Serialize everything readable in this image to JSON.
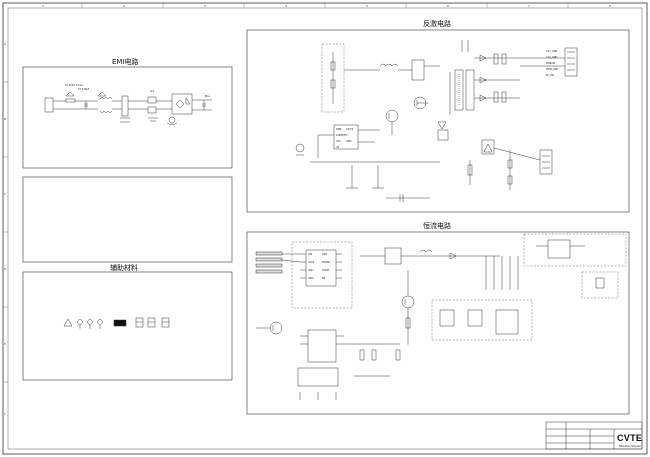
{
  "sheet": {
    "col_markers": [
      "1",
      "2",
      "3",
      "4",
      "5",
      "6",
      "7",
      "8"
    ],
    "row_markers": [
      "A",
      "B",
      "C",
      "D",
      "E",
      "F"
    ]
  },
  "sections": {
    "emi": {
      "title": "EMI电路"
    },
    "flyback": {
      "title": "反激电路"
    },
    "constant_current": {
      "title": "恒流电路"
    },
    "aux": {
      "title": "辅助材料"
    }
  },
  "flyback_ic_labels": [
    "DRN",
    "CS/TZ",
    "COMP/FLT",
    "VCC",
    "GND",
    "CS"
  ],
  "cc_ic_labels": [
    "VIN",
    "CSN",
    "GATE",
    "SENSE",
    "VDD",
    "COMP",
    "GND",
    "EN"
  ],
  "connector_labels": [
    "12V_GND",
    "12V_GND",
    "PWRON",
    "PWM_DIM",
    "BL_ON"
  ],
  "title_block": {
    "brand": "CVTE",
    "brand_sub": "Shenzhen Shiyuan"
  },
  "colors": {
    "line": "#222222",
    "frame": "#333333",
    "dash": "#555555",
    "background": "#ffffff"
  }
}
